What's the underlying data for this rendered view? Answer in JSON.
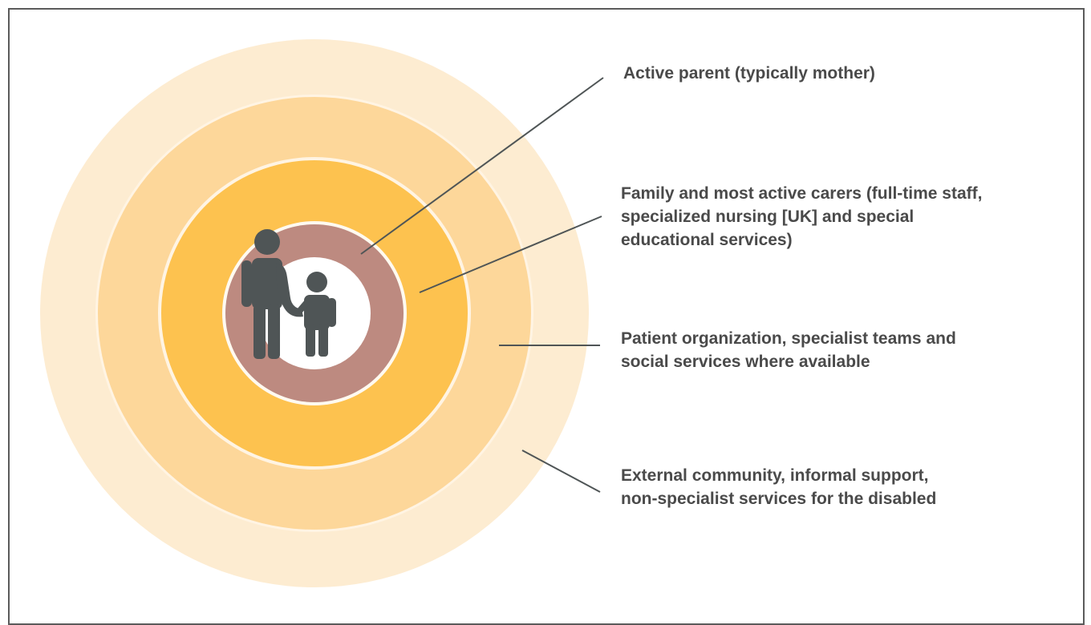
{
  "colors": {
    "ring_outer": "#fdecd1",
    "ring_third": "#fdd79a",
    "ring_second": "#fdc24f",
    "ring_inner": "#bd8a80",
    "ring_gap": "#fff4e3",
    "center": "#ffffff",
    "figures": "#4f5556",
    "leader_lines": "#4f5556",
    "text": "#4a4a4a",
    "frame": "#5b5b5b"
  },
  "icons": {
    "center": "adult-and-child-figures-icon"
  },
  "layers": [
    {
      "label": "Active parent (typically mother)"
    },
    {
      "label": "Family and most active carers (full-time staff,\nspecialized nursing [UK] and special\neducational services)"
    },
    {
      "label": "Patient organization, specialist teams and\nsocial services where available"
    },
    {
      "label": "External community, informal support,\nnon-specialist services for the disabled"
    }
  ]
}
